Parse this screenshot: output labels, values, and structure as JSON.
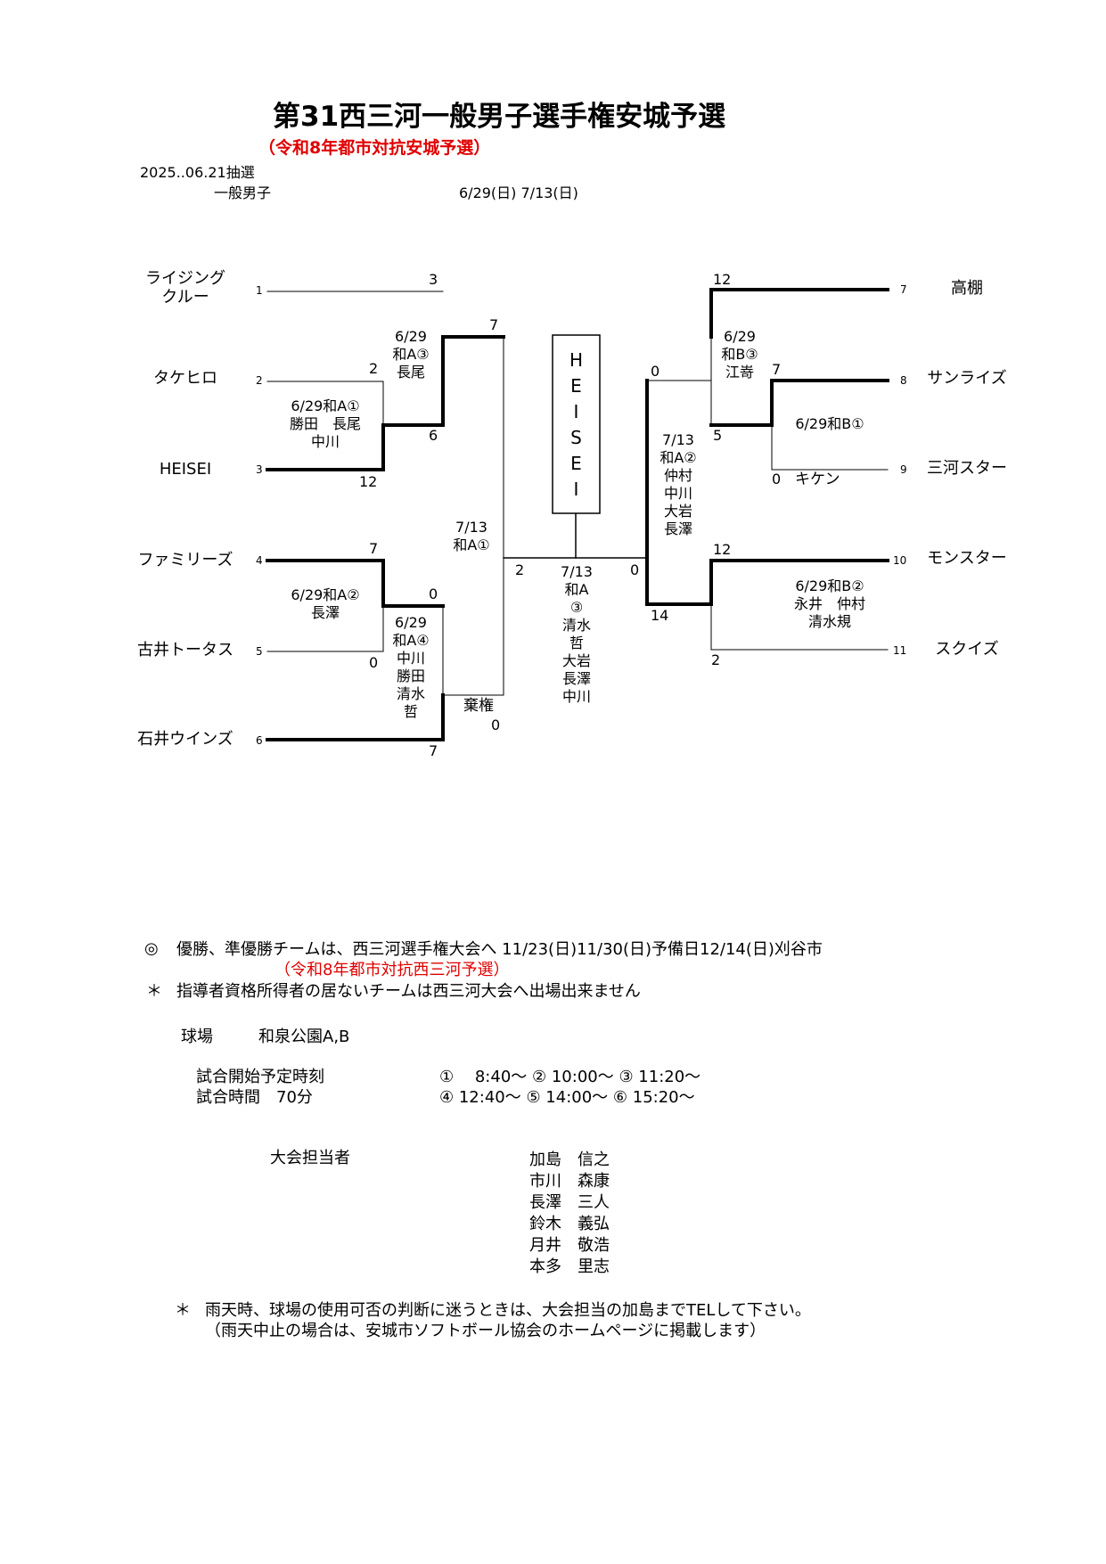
{
  "title": "第31西三河一般男子選手権安城予選",
  "subtitle": "（令和8年都市対抗安城予選）",
  "draw_date": "2025..06.21抽選",
  "category": "一般男子",
  "dates": "6/29(日)  7/13(日)",
  "teams": [
    {
      "seed": "1",
      "name": "ライジング\nクルー"
    },
    {
      "seed": "2",
      "name": "タケヒロ"
    },
    {
      "seed": "3",
      "name": "HEISEI"
    },
    {
      "seed": "4",
      "name": "ファミリーズ"
    },
    {
      "seed": "5",
      "name": "古井トータス"
    },
    {
      "seed": "6",
      "name": "石井ウインズ"
    },
    {
      "seed": "7",
      "name": "高棚"
    },
    {
      "seed": "8",
      "name": "サンライズ"
    },
    {
      "seed": "9",
      "name": "三河スター"
    },
    {
      "seed": "10",
      "name": "モンスター"
    },
    {
      "seed": "11",
      "name": "スクイズ"
    }
  ],
  "winner_box": "H\nE\nI\nS\nE\nI",
  "scores": {
    "s1": "3",
    "s2": "2",
    "s3": "12",
    "s6": "6",
    "s7top": "7",
    "s4": "7",
    "s5": "0",
    "s45w": "0",
    "s6b": "7",
    "forfeit": "棄権",
    "forfeit_score": "0",
    "semi_left": "2",
    "final_right": "0",
    "r7": "12",
    "r_sf_top": "0",
    "r8": "7",
    "r89": "5",
    "r9": "0",
    "r9name": "キケン",
    "r10": "12",
    "r_sf_bot": "14",
    "r11": "2"
  },
  "games": {
    "g1": "6/29和A①\n勝田　長尾\n中川",
    "g2": "6/29和A②\n長澤",
    "g3": "6/29\n和A③\n長尾",
    "g4": "6/29\n和A④\n中川\n勝田\n清水\n哲",
    "g5": "7/13\n和A①",
    "g6": "7/13\n和A②\n仲村\n中川\n大岩\n長澤",
    "final": "7/13\n和A\n③\n清水\n哲\n大岩\n長澤\n中川",
    "gb1": "6/29和B①",
    "gb2": "6/29和B②\n永井　仲村\n清水規",
    "gb3": "6/29\n和B③\n江嵜"
  },
  "notes": {
    "n1_mark": "◎",
    "n1_text": "優勝、準優勝チームは、西三河選手権大会へ  11/23(日)11/30(日)予備日12/14(日)刈谷市",
    "n1_sub": "（令和8年都市対抗西三河予選）",
    "n2_mark": "＊",
    "n2_text": "指導者資格所得者の居ないチームは西三河大会へ出場出来ません",
    "venue_label": "球場",
    "venue": "和泉公園A,B",
    "start_label": "試合開始予定時刻",
    "duration_label": "試合時間　70分",
    "times_row1": "①　 8:40～  ②  10:00～  ③  11:20～",
    "times_row2": "④  12:40～  ⑤  14:00～  ⑥  15:20～",
    "staff_label": "大会担当者",
    "staff": [
      "加島　信之",
      "市川　森康",
      "長澤　三人",
      "鈴木　義弘",
      "月井　敬浩",
      "本多　里志"
    ],
    "rain_mark": "＊",
    "rain_text": "雨天時、球場の使用可否の判断に迷うときは、大会担当の加島までTELして下さい。",
    "rain_sub": "（雨天中止の場合は、安城市ソフトボール協会のホームページに掲載します）"
  }
}
